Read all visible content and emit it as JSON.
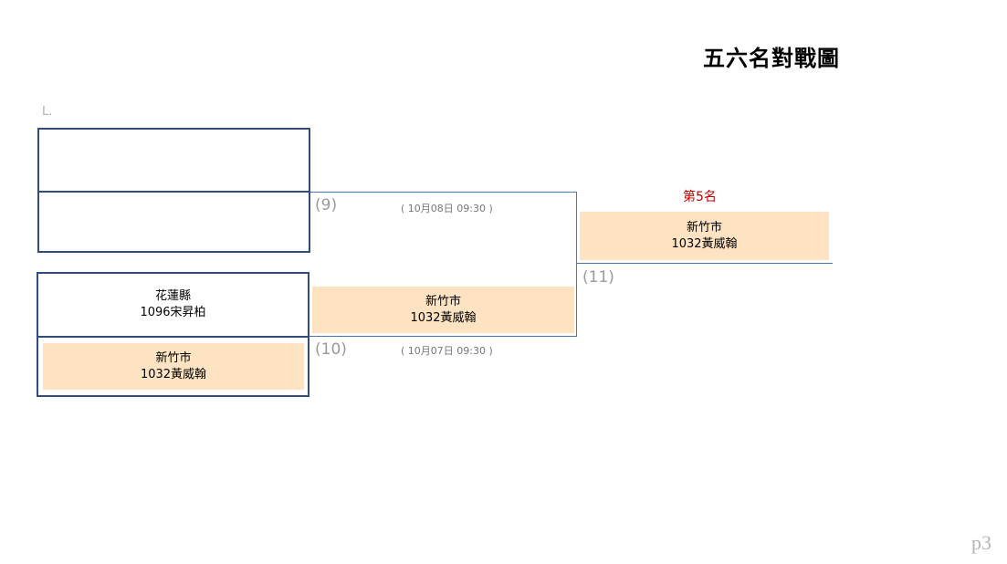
{
  "title": "五六名對戰圖",
  "sheet_label": "L.",
  "page_number": "p3",
  "bracket": {
    "top_pair": {
      "slot1": {
        "city": "",
        "player": ""
      },
      "slot2": {
        "city": "",
        "player": ""
      }
    },
    "bottom_pair": {
      "slot1": {
        "city": "花蓮縣",
        "player": "1096宋昇柏"
      },
      "slot2": {
        "city": "新竹市",
        "player": "1032黃威翰"
      }
    },
    "match9": {
      "number": "(9)",
      "time": "( 10月08日 09:30 )"
    },
    "match10": {
      "number": "(10)",
      "time": "( 10月07日 09:30 )",
      "winner": {
        "city": "新竹市",
        "player": "1032黃威翰"
      }
    },
    "match11": {
      "number": "(11)"
    },
    "final": {
      "place": "第5名",
      "winner": {
        "city": "新竹市",
        "player": "1032黃威翰"
      }
    }
  },
  "colors": {
    "winner_fill": "#fde3c2",
    "box_border": "#2f4e7d",
    "line": "#4a78b0",
    "place_text": "#c00000"
  }
}
